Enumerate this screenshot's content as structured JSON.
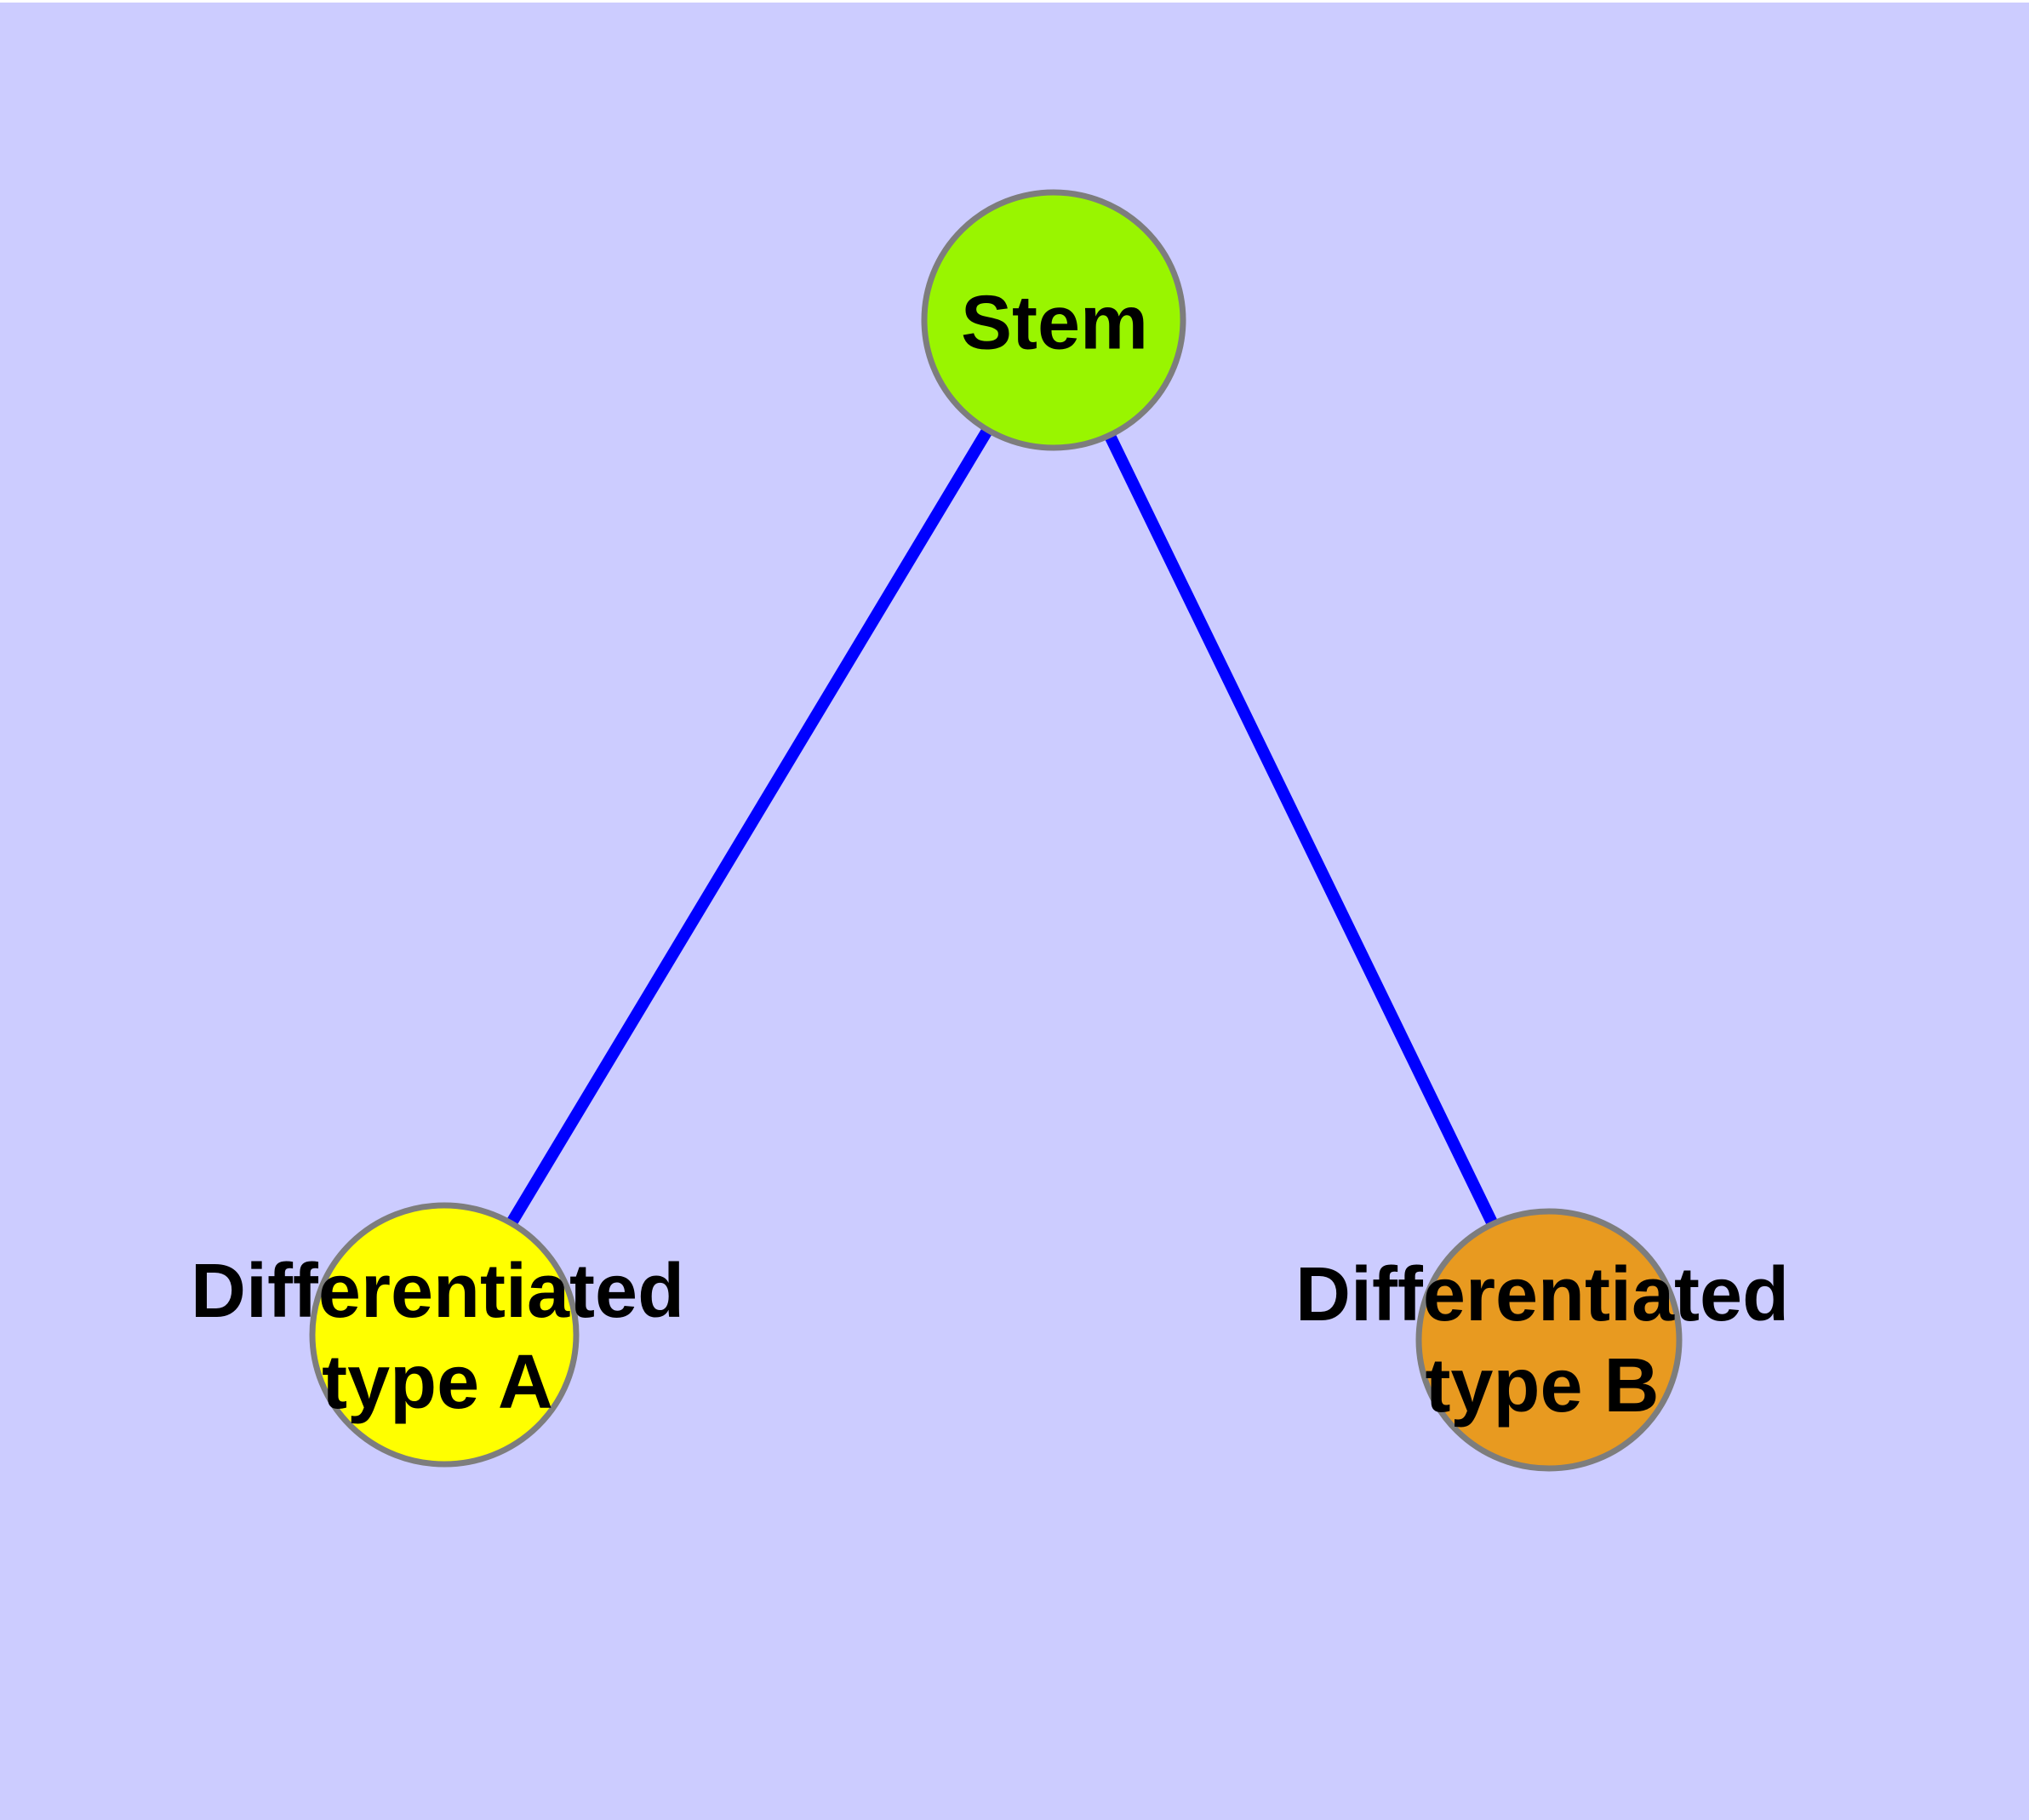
{
  "diagram": {
    "background_color": "#ccccff",
    "edge_color": "#0000ff",
    "node_border_color": "#7d7d7d",
    "text_color": "#000000",
    "nodes": [
      {
        "id": "stem",
        "label": "Stem",
        "label_line1": "Stem",
        "label_line2": "",
        "fill": "#99f500"
      },
      {
        "id": "diff-a",
        "label": "Differentiated type A",
        "label_line1": "Differentiated",
        "label_line2": "type A",
        "fill": "#ffff00"
      },
      {
        "id": "diff-b",
        "label": "Differentiated type B",
        "label_line1": "Differentiated",
        "label_line2": "type B",
        "fill": "#e89a20"
      }
    ],
    "edges": [
      {
        "from": "Stem",
        "to": "Differentiated type A"
      },
      {
        "from": "Stem",
        "to": "Differentiated type B"
      }
    ]
  }
}
